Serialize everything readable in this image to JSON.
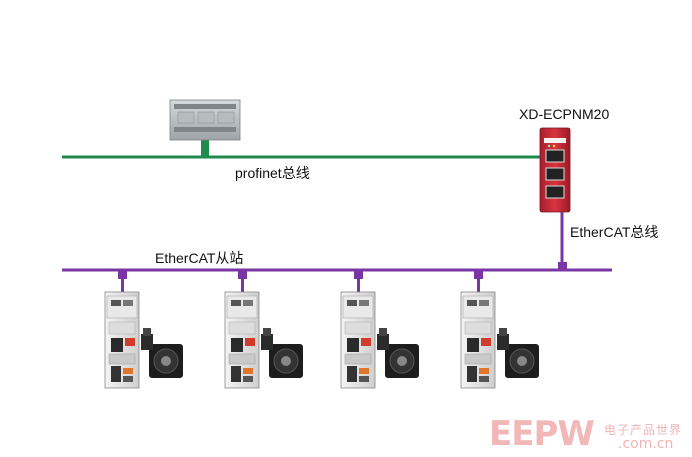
{
  "labels": {
    "gateway": "XD-ECPNM20",
    "profinet_bus": "profinet总线",
    "ethercat_bus": "EtherCAT总线",
    "ethercat_slaves": "EtherCAT从站"
  },
  "watermark": {
    "brand": "EEPW",
    "chinese": "电子产品世界",
    "domain": ".com.cn"
  },
  "colors": {
    "profinet_line": "#1e8a4c",
    "ethercat_line": "#7a35a5",
    "gateway_body": "#c8283a"
  },
  "slaves": [
    {
      "id": 1
    },
    {
      "id": 2
    },
    {
      "id": 3
    },
    {
      "id": 4
    }
  ]
}
